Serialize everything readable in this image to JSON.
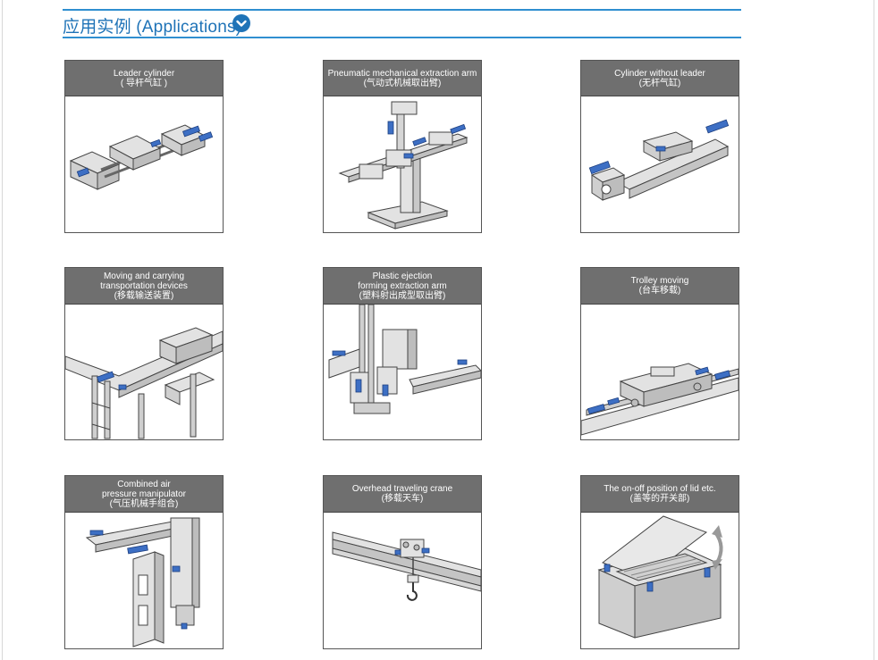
{
  "header": {
    "title": "应用实例 (Applications)",
    "accent": "#1f73b7",
    "line_color": "#2f8fd0"
  },
  "cards": [
    {
      "title": [
        "Leader cylinder",
        "( 导杆气缸 )"
      ],
      "icon": "leader-cylinder-illustration"
    },
    {
      "title": [
        "Pneumatic mechanical extraction arm",
        "(气动式机械取出臂)"
      ],
      "icon": "extraction-arm-illustration"
    },
    {
      "title": [
        "Cylinder without leader",
        "(无杆气缸)"
      ],
      "icon": "rodless-cylinder-illustration"
    },
    {
      "title": [
        "Moving and carrying",
        "transportation devices",
        "(移载输送装置)"
      ],
      "icon": "conveyor-illustration"
    },
    {
      "title": [
        "Plastic ejection",
        "forming extraction arm",
        "(塑料射出成型取出臂)"
      ],
      "icon": "injection-arm-illustration"
    },
    {
      "title": [
        "Trolley moving",
        "(台车移载)"
      ],
      "icon": "trolley-illustration"
    },
    {
      "title": [
        "Combined air",
        "pressure manipulator",
        "(气压机械手组合)"
      ],
      "icon": "manipulator-illustration"
    },
    {
      "title": [
        "Overhead traveling crane",
        "(移载天车)"
      ],
      "icon": "crane-illustration"
    },
    {
      "title": [
        "The on-off position of lid etc.",
        "(盖等的开关部)"
      ],
      "icon": "lid-opening-illustration"
    }
  ]
}
